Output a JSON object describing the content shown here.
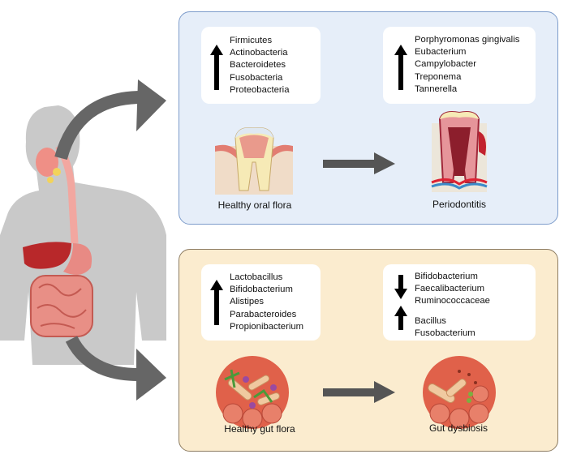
{
  "oral": {
    "healthy_list": [
      "Firmicutes",
      "Actinobacteria",
      "Bacteroidetes",
      "Fusobacteria",
      "Proteobacteria"
    ],
    "disease_list": [
      "Porphyromonas gingivalis",
      "Eubacterium",
      "Campylobacter",
      "Treponema",
      "Tannerella"
    ],
    "healthy_label": "Healthy oral flora",
    "disease_label": "Periodontitis"
  },
  "gut": {
    "healthy_list": [
      "Lactobacillus",
      "Bifidobacterium",
      "Alistipes",
      "Parabacteroides",
      "Propionibacterium"
    ],
    "disease_decreased": [
      "Bifidobacterium",
      "Faecalibacterium",
      "Ruminococcaceae"
    ],
    "disease_increased": [
      "Bacillus",
      "Fusobacterium"
    ],
    "healthy_label": "Healthy gut flora",
    "disease_label": "Gut dysbiosis"
  },
  "colors": {
    "oral_panel": "#e6eef9",
    "gut_panel": "#fbeccf",
    "arrow": "#555555",
    "body": "#c8c8c8"
  }
}
